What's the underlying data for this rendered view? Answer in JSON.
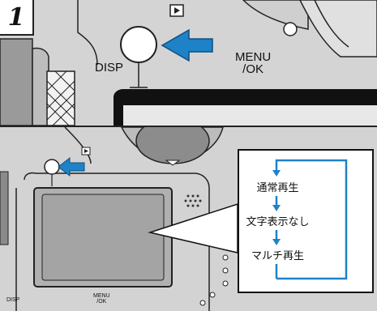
{
  "step": {
    "number": "1"
  },
  "top_panel": {
    "disp_label": "DISP",
    "menu_label_line1": "MENU",
    "menu_label_line2": "/OK"
  },
  "bottom_panel": {
    "disp_label": "DISP",
    "menu_label_line1": "MENU",
    "menu_label_line2": "/OK",
    "display_modes": [
      "通常再生",
      "文字表示なし",
      "マルチ再生"
    ]
  },
  "colors": {
    "arrow": "#1e82c8",
    "flow_line": "#1e82c8",
    "camera_body": "#d3d3d3"
  }
}
